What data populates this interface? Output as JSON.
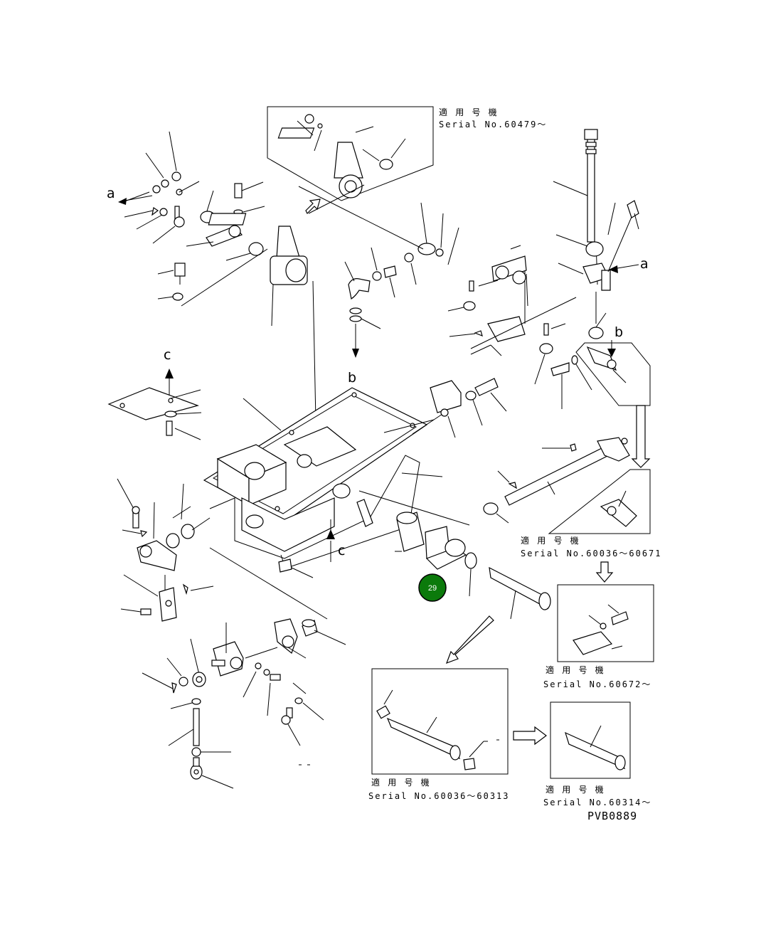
{
  "view": {
    "callout_color": "#0b7a0b",
    "line_color": "#000000"
  },
  "inset_labels": [
    {
      "applicable": "適 用 号 機",
      "serial": "Serial No.60479～"
    },
    {
      "applicable": "適 用 号 機",
      "serial": "Serial No.60036～60671"
    },
    {
      "applicable": "適 用 号 機",
      "serial": "Serial No.60672～"
    },
    {
      "applicable": "適 用 号 機",
      "serial": "Serial No.60036～60313"
    },
    {
      "applicable": "適 用 号 機",
      "serial": "Serial No.60314～"
    }
  ],
  "view_letters": {
    "a_left": "a",
    "a_right": "a",
    "b_top": "b",
    "b_right": "b",
    "c_top": "c",
    "c_bottom": "c"
  },
  "drawing_code": "PVB0889",
  "highlight_callout": {
    "number": "29"
  }
}
